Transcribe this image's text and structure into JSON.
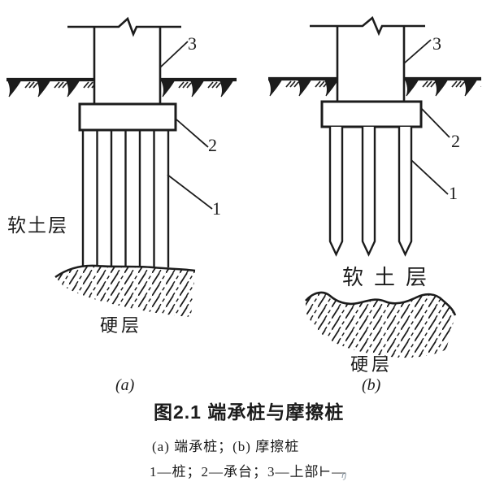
{
  "colors": {
    "ink": "#1c1c1c",
    "stray_mark": "#8d9aa6",
    "background": "#ffffff"
  },
  "figure_caption": {
    "title": "图2.1 端承桩与摩擦桩",
    "subtitle": "(a) 端承桩；(b) 摩擦桩",
    "legend": "1—桩；2—承台；3—上部",
    "legend_truncated_glyph": "⊢—",
    "stray_mark": "ŋ"
  },
  "panel_a": {
    "label": "(a)",
    "soft_layer": "软土层",
    "hard_layer": "硬层",
    "callout_pile": "1",
    "callout_cap": "2",
    "callout_superstructure": "3"
  },
  "panel_b": {
    "label": "(b)",
    "soft_layer": "软土层",
    "hard_layer": "硬层",
    "callout_pile": "1",
    "callout_cap": "2",
    "callout_superstructure": "3"
  }
}
